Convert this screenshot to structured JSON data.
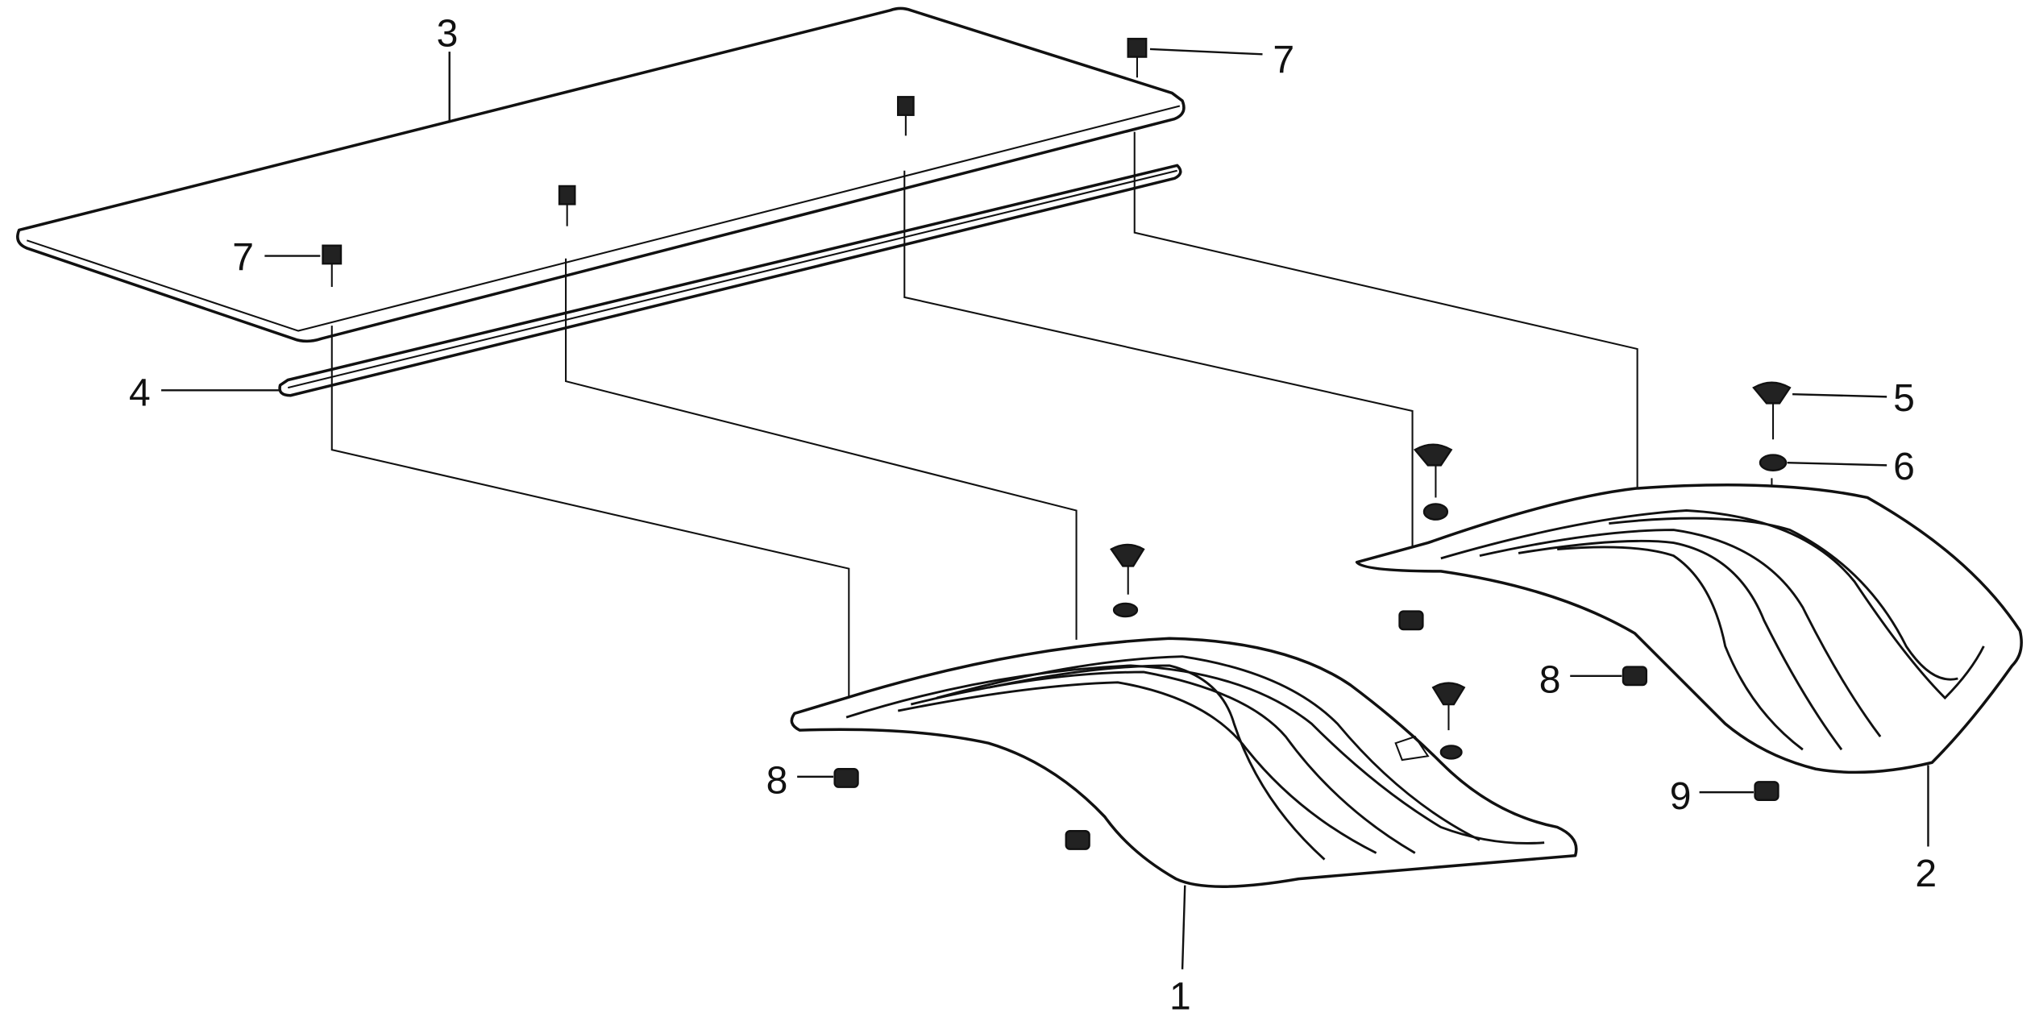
{
  "diagram": {
    "type": "exploded parts diagram",
    "callouts": [
      {
        "id": "callout-1",
        "label": "1"
      },
      {
        "id": "callout-2",
        "label": "2"
      },
      {
        "id": "callout-3",
        "label": "3"
      },
      {
        "id": "callout-4",
        "label": "4"
      },
      {
        "id": "callout-5",
        "label": "5"
      },
      {
        "id": "callout-6",
        "label": "6"
      },
      {
        "id": "callout-7a",
        "label": "7"
      },
      {
        "id": "callout-7b",
        "label": "7"
      },
      {
        "id": "callout-8a",
        "label": "8"
      },
      {
        "id": "callout-8b",
        "label": "8"
      },
      {
        "id": "callout-9",
        "label": "9"
      }
    ]
  }
}
